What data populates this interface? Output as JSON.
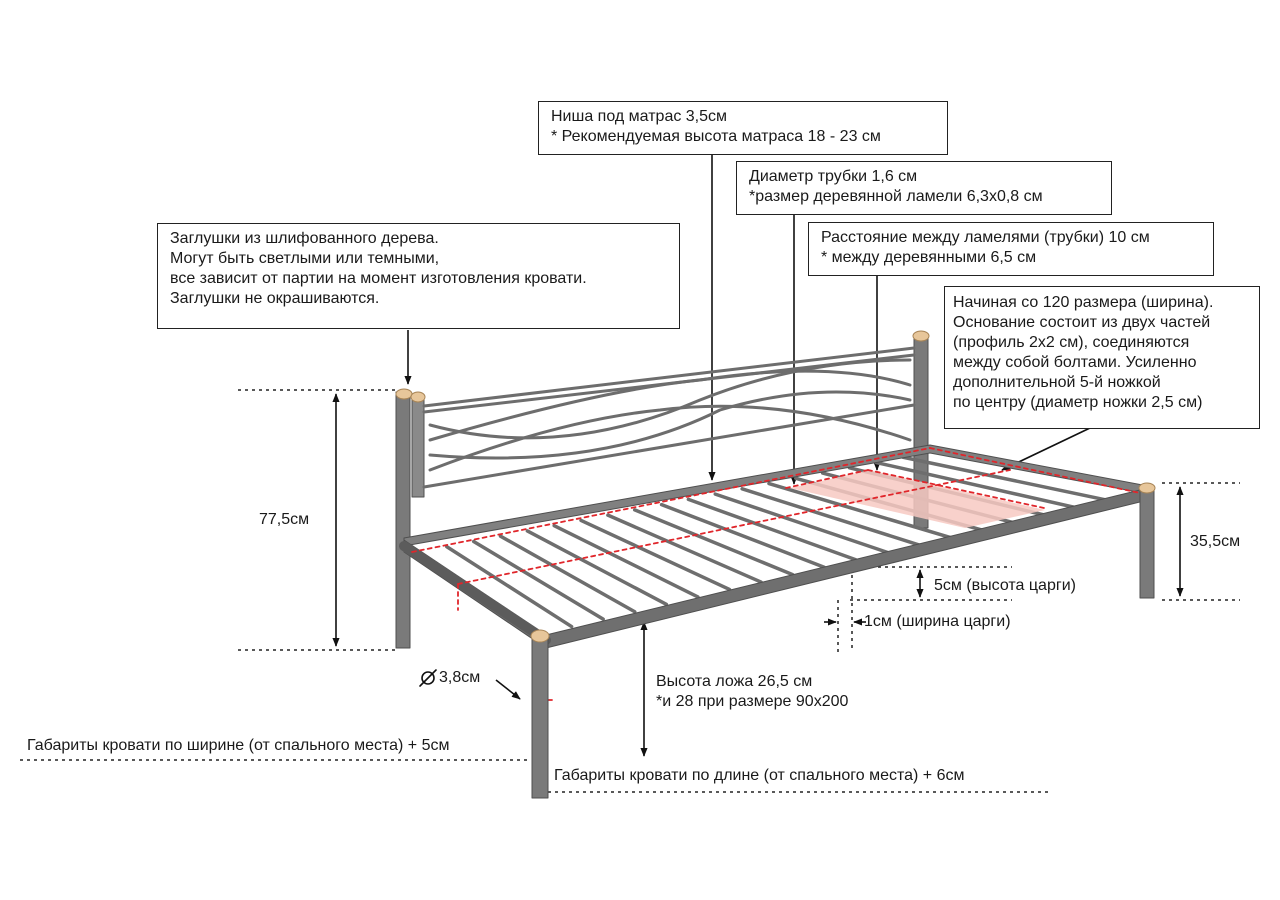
{
  "callouts": {
    "mattress_niche": [
      "Ниша под матрас 3,5см",
      "* Рекомендуемая высота матраса 18 - 23 см"
    ],
    "tube_diameter": [
      "Диаметр трубки 1,6 см",
      "*размер деревянной ламели 6,3х0,8 см"
    ],
    "slat_spacing": [
      "Расстояние между ламелями (трубки) 10 см",
      "* между деревянными 6,5 см"
    ],
    "wood_caps": [
      "Заглушки из шлифованного дерева.",
      "Могут быть светлыми или темными,",
      "все зависит от партии на момент изготовления кровати.",
      "Заглушки не окрашиваются."
    ],
    "base_note": [
      "Начиная со 120 размера (ширина).",
      "Основание состоит из двух частей",
      "(профиль 2х2 см), соединяются",
      "между собой болтами. Усиленно",
      "дополнительной 5-й ножкой",
      "по центру (диаметр ножки 2,5 см)"
    ]
  },
  "dimensions": {
    "back_height": "77,5см",
    "leg_height": "35,5см",
    "rail_height": "5см (высота царги)",
    "rail_width": "1см (ширина царги)",
    "leg_diameter": "3,8см",
    "bed_height_1": "Высота ложа 26,5 см",
    "bed_height_2": "*и 28 при размере 90х200",
    "overall_width": "Габариты кровати по ширине (от спального места) + 5см",
    "overall_length": "Габариты кровати по длине (от спального места) + 6см"
  },
  "colors": {
    "frame": "#7a7a7a",
    "frame_dark": "#4f4f4f",
    "cap_wood": "#e7c69a",
    "accent_red": "#e0262b",
    "slat_highlight": "#f7c9c2",
    "line": "#222222"
  }
}
